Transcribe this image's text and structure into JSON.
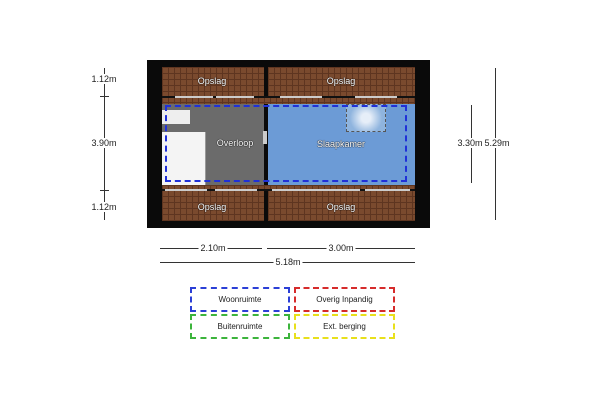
{
  "rooms": {
    "storage_top_left": "Opslag",
    "storage_top_right": "Opslag",
    "storage_bottom_left": "Opslag",
    "storage_bottom_right": "Opslag",
    "landing": "Overloop",
    "bedroom": "Slaapkamer"
  },
  "dimensions": {
    "left_top": "1.12m",
    "left_middle": "3.90m",
    "left_bottom": "1.12m",
    "right_inner": "3.30m",
    "right_outer": "5.29m",
    "bottom_left": "2.10m",
    "bottom_right": "3.00m",
    "bottom_total": "5.18m"
  },
  "legend": [
    {
      "label": "Woonruimte",
      "color": "#2b3fd6"
    },
    {
      "label": "Overig Inpandig",
      "color": "#d62b2b"
    },
    {
      "label": "Buitenruimte",
      "color": "#3cb43c"
    },
    {
      "label": "Ext. berging",
      "color": "#e8e01c"
    }
  ],
  "colors": {
    "bedroom": "#6c9bd6",
    "landing": "#6b6b6b",
    "wall": "#0a0a0a"
  }
}
